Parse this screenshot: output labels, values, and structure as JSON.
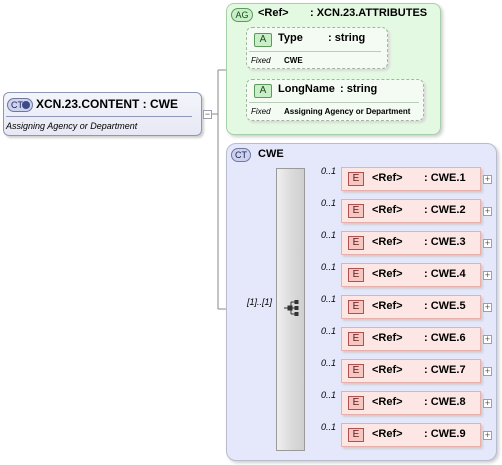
{
  "root": {
    "badge": "CT",
    "title": "XCN.23.CONTENT : CWE",
    "description": "Assigning Agency or Department"
  },
  "attribute_group": {
    "badge": "AG",
    "ref": "<Ref>",
    "name": ": XCN.23.ATTRIBUTES",
    "attributes": [
      {
        "badge": "A",
        "name": "Type",
        "type": ": string",
        "fixed_label": "Fixed",
        "fixed_value": "CWE"
      },
      {
        "badge": "A",
        "name": "LongName",
        "type": ": string",
        "fixed_label": "Fixed",
        "fixed_value": "Assigning Agency or Department"
      }
    ]
  },
  "complex_type": {
    "badge": "CT",
    "name": "CWE",
    "sequence_occurrence": "[1]..[1]",
    "elements": [
      {
        "badge": "E",
        "occurrence": "0..1",
        "ref": "<Ref>",
        "name": ": CWE.1"
      },
      {
        "badge": "E",
        "occurrence": "0..1",
        "ref": "<Ref>",
        "name": ": CWE.2"
      },
      {
        "badge": "E",
        "occurrence": "0..1",
        "ref": "<Ref>",
        "name": ": CWE.3"
      },
      {
        "badge": "E",
        "occurrence": "0..1",
        "ref": "<Ref>",
        "name": ": CWE.4"
      },
      {
        "badge": "E",
        "occurrence": "0..1",
        "ref": "<Ref>",
        "name": ": CWE.5"
      },
      {
        "badge": "E",
        "occurrence": "0..1",
        "ref": "<Ref>",
        "name": ": CWE.6"
      },
      {
        "badge": "E",
        "occurrence": "0..1",
        "ref": "<Ref>",
        "name": ": CWE.7"
      },
      {
        "badge": "E",
        "occurrence": "0..1",
        "ref": "<Ref>",
        "name": ": CWE.8"
      },
      {
        "badge": "E",
        "occurrence": "0..1",
        "ref": "<Ref>",
        "name": ": CWE.9"
      }
    ]
  },
  "icons": {
    "collapse": "minus-icon",
    "expand": "plus-icon",
    "sequence": "sequence-icon"
  },
  "colors": {
    "attribute_bg": "#e4f9e2",
    "complex_bg": "#e5e7fb",
    "element_bg": "#fde7e4"
  }
}
